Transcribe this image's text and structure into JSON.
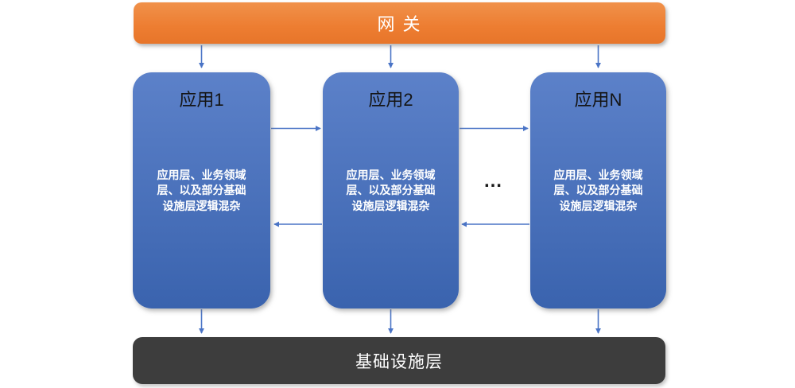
{
  "diagram": {
    "gateway": {
      "label": "网 关"
    },
    "apps": [
      {
        "title": "应用1",
        "body": "应用层、业务领域\n层、以及部分基础\n设施层逻辑混杂"
      },
      {
        "title": "应用2",
        "body": "应用层、业务领域\n层、以及部分基础\n设施层逻辑混杂"
      },
      {
        "title": "应用N",
        "body": "应用层、业务领域\n层、以及部分基础\n设施层逻辑混杂"
      }
    ],
    "ellipsis": "…",
    "infrastructure": {
      "label": "基础设施层"
    }
  },
  "colors": {
    "gateway_gradient_top": "#f0914a",
    "gateway_gradient_mid": "#ed7d31",
    "gateway_gradient_bottom": "#e7752a",
    "app_gradient_top": "#5c81c9",
    "app_gradient_bottom": "#3a63ae",
    "infrastructure_bg": "#3d3d3d",
    "arrow": "#4a74c6",
    "app_title_text": "#141414",
    "light_text": "#ffffff",
    "ellipsis_text": "#1a1a1a"
  }
}
